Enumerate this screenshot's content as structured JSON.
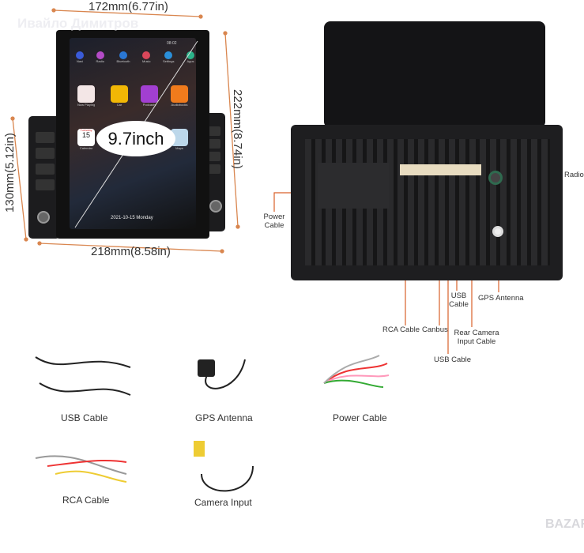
{
  "watermark": "Ивайло Димитров",
  "brand": "BAZAR",
  "front": {
    "size_badge": "9.7inch",
    "dimensions": {
      "top": "172mm(6.77in)",
      "right": "222mm(8.74in)",
      "left": "130mm(5.12in)",
      "bottom": "218mm(8.58in)"
    },
    "screen": {
      "time": "08:02",
      "dock_apps": [
        "Navi",
        "Radio",
        "Bluetooth",
        "Music",
        "Settings",
        "Apps"
      ],
      "tiles": [
        "Now Playing",
        "Car",
        "Podcasts",
        "Audiobooks",
        "Calendar",
        "Maps"
      ],
      "calendar_day": "Tuesday",
      "calendar_date": "15",
      "date_bar": "2021-10-15  Monday"
    },
    "accent_color": "#d9864f"
  },
  "rear": {
    "labels": {
      "radio": "Radio",
      "power": "Power Cable",
      "rca": "RCA Cable",
      "canbus": "Canbus",
      "usb_top": "USB Cable",
      "gps": "GPS Antenna",
      "rear_camera": "Rear Camera Input Cable",
      "usb_bottom": "USB Cable"
    },
    "line_color": "#d9612a"
  },
  "accessories": [
    "USB Cable",
    "GPS Antenna",
    "Power Cable",
    "RCA Cable",
    "Camera Input"
  ]
}
